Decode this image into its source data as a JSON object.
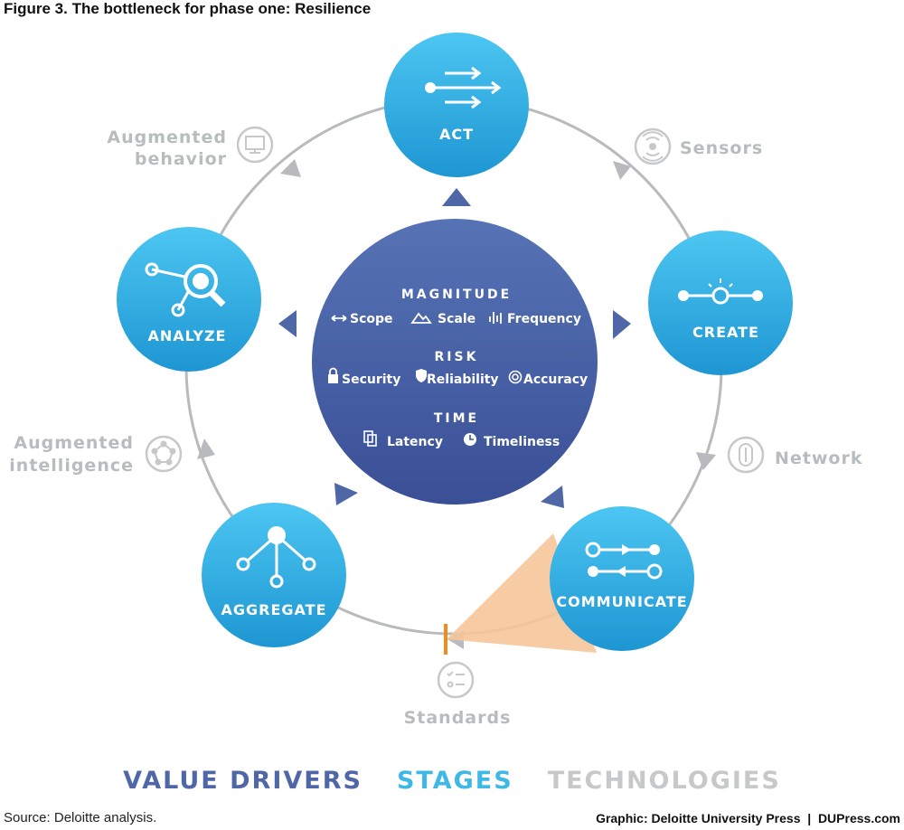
{
  "title": "Figure 3. The bottleneck for phase one: Resilience",
  "stages": [
    {
      "id": "act",
      "label": "ACT",
      "icon": "arrows-icon"
    },
    {
      "id": "create",
      "label": "CREATE",
      "icon": "sun-node-icon"
    },
    {
      "id": "communicate",
      "label": "COMMUNICATE",
      "icon": "bidirectional-arrows-icon"
    },
    {
      "id": "aggregate",
      "label": "AGGREGATE",
      "icon": "tree-nodes-icon"
    },
    {
      "id": "analyze",
      "label": "ANALYZE",
      "icon": "magnifier-nodes-icon"
    }
  ],
  "technologies": {
    "sensors": "Sensors",
    "network": "Network",
    "standards": "Standards",
    "augmented_intelligence": [
      "Augmented",
      "intelligence"
    ],
    "augmented_behavior": [
      "Augmented",
      "behavior"
    ]
  },
  "value_drivers": {
    "magnitude": {
      "heading": "MAGNITUDE",
      "items": [
        "Scope",
        "Scale",
        "Frequency"
      ]
    },
    "risk": {
      "heading": "RISK",
      "items": [
        "Security",
        "Reliability",
        "Accuracy"
      ]
    },
    "time": {
      "heading": "TIME",
      "items": [
        "Latency",
        "Timeliness"
      ]
    }
  },
  "legend": {
    "value_drivers": "VALUE DRIVERS",
    "stages": "STAGES",
    "technologies": "TECHNOLOGIES"
  },
  "colors": {
    "value_drivers": "#4f67a7",
    "stages": "#3fb8e6",
    "technologies": "#c6c8ca",
    "bottleneck": "#f6c79a",
    "bottleneck_marker": "#f08b1c"
  },
  "source": "Source: Deloitte analysis.",
  "credit": "Graphic: Deloitte University Press  |  DUPress.com"
}
